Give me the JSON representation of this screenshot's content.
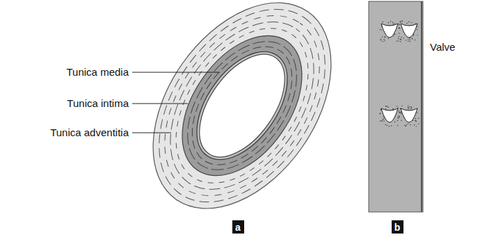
{
  "diagram": {
    "nodes": [
      {
        "text": [
          "a"
        ]
      },
      {
        "text": [
          "b"
        ]
      }
    ],
    "labels": [
      "Tunica media",
      "Tunica intima",
      "Tunica adventitia",
      "Valve"
    ]
  }
}
